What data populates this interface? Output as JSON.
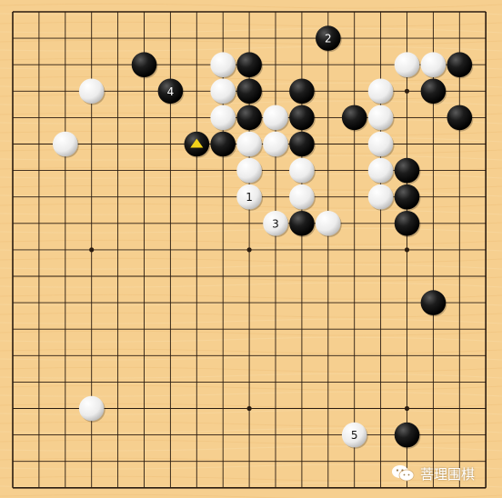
{
  "board": {
    "size": 19,
    "colors": {
      "wood": "#f6cf8f",
      "line": "#2a1c10",
      "black": "#1a1a1a",
      "white": "#f4f4f4",
      "marker": "#f2d21a"
    },
    "star_points": [
      [
        3,
        3
      ],
      [
        9,
        3
      ],
      [
        15,
        3
      ],
      [
        3,
        9
      ],
      [
        9,
        9
      ],
      [
        15,
        9
      ],
      [
        3,
        15
      ],
      [
        9,
        15
      ],
      [
        15,
        15
      ]
    ],
    "stones": [
      {
        "col": 12,
        "row": 1,
        "color": "black",
        "label": "2"
      },
      {
        "col": 5,
        "row": 2,
        "color": "black",
        "label": ""
      },
      {
        "col": 8,
        "row": 2,
        "color": "white",
        "label": ""
      },
      {
        "col": 9,
        "row": 2,
        "color": "black",
        "label": ""
      },
      {
        "col": 15,
        "row": 2,
        "color": "white",
        "label": ""
      },
      {
        "col": 16,
        "row": 2,
        "color": "white",
        "label": ""
      },
      {
        "col": 17,
        "row": 2,
        "color": "black",
        "label": ""
      },
      {
        "col": 3,
        "row": 3,
        "color": "white",
        "label": ""
      },
      {
        "col": 6,
        "row": 3,
        "color": "black",
        "label": "4"
      },
      {
        "col": 8,
        "row": 3,
        "color": "white",
        "label": ""
      },
      {
        "col": 9,
        "row": 3,
        "color": "black",
        "label": ""
      },
      {
        "col": 11,
        "row": 3,
        "color": "black",
        "label": ""
      },
      {
        "col": 14,
        "row": 3,
        "color": "white",
        "label": ""
      },
      {
        "col": 16,
        "row": 3,
        "color": "black",
        "label": ""
      },
      {
        "col": 8,
        "row": 4,
        "color": "white",
        "label": ""
      },
      {
        "col": 9,
        "row": 4,
        "color": "black",
        "label": ""
      },
      {
        "col": 10,
        "row": 4,
        "color": "white",
        "label": ""
      },
      {
        "col": 11,
        "row": 4,
        "color": "black",
        "label": ""
      },
      {
        "col": 13,
        "row": 4,
        "color": "black",
        "label": ""
      },
      {
        "col": 14,
        "row": 4,
        "color": "white",
        "label": ""
      },
      {
        "col": 17,
        "row": 4,
        "color": "black",
        "label": ""
      },
      {
        "col": 2,
        "row": 5,
        "color": "white",
        "label": ""
      },
      {
        "col": 7,
        "row": 5,
        "color": "black",
        "label": "",
        "marker": "triangle"
      },
      {
        "col": 8,
        "row": 5,
        "color": "black",
        "label": ""
      },
      {
        "col": 9,
        "row": 5,
        "color": "white",
        "label": ""
      },
      {
        "col": 10,
        "row": 5,
        "color": "white",
        "label": ""
      },
      {
        "col": 11,
        "row": 5,
        "color": "black",
        "label": ""
      },
      {
        "col": 14,
        "row": 5,
        "color": "white",
        "label": ""
      },
      {
        "col": 9,
        "row": 6,
        "color": "white",
        "label": ""
      },
      {
        "col": 11,
        "row": 6,
        "color": "white",
        "label": ""
      },
      {
        "col": 14,
        "row": 6,
        "color": "white",
        "label": ""
      },
      {
        "col": 15,
        "row": 6,
        "color": "black",
        "label": ""
      },
      {
        "col": 9,
        "row": 7,
        "color": "white",
        "label": "1"
      },
      {
        "col": 11,
        "row": 7,
        "color": "white",
        "label": ""
      },
      {
        "col": 14,
        "row": 7,
        "color": "white",
        "label": ""
      },
      {
        "col": 15,
        "row": 7,
        "color": "black",
        "label": ""
      },
      {
        "col": 10,
        "row": 8,
        "color": "white",
        "label": "3"
      },
      {
        "col": 11,
        "row": 8,
        "color": "black",
        "label": ""
      },
      {
        "col": 12,
        "row": 8,
        "color": "white",
        "label": ""
      },
      {
        "col": 15,
        "row": 8,
        "color": "black",
        "label": ""
      },
      {
        "col": 16,
        "row": 11,
        "color": "black",
        "label": ""
      },
      {
        "col": 3,
        "row": 15,
        "color": "white",
        "label": ""
      },
      {
        "col": 13,
        "row": 16,
        "color": "white",
        "label": "5"
      },
      {
        "col": 15,
        "row": 16,
        "color": "black",
        "label": ""
      }
    ]
  },
  "watermark": {
    "text": "菩理围棋",
    "icon": "wechat-icon"
  }
}
